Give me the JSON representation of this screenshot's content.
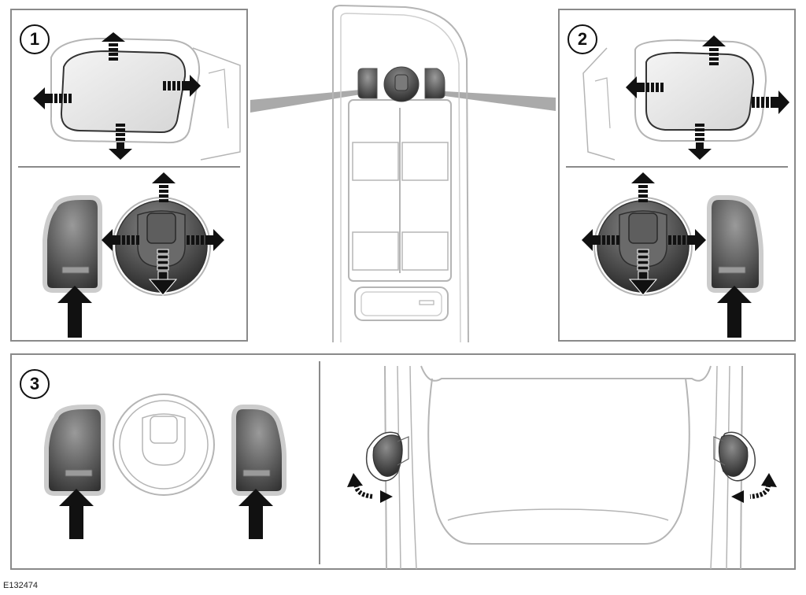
{
  "panels": [
    {
      "id": "1",
      "label": "1"
    },
    {
      "id": "2",
      "label": "2"
    },
    {
      "id": "3",
      "label": "3"
    }
  ],
  "figure_code": "E132474",
  "colors": {
    "frame": "#8a8a8a",
    "arrow": "#111111",
    "button_dark": "#3a3a3a",
    "button_light": "#9a9a9a",
    "mirror_glass": "#e8e8e8",
    "line_art": "#b5b5b5"
  }
}
